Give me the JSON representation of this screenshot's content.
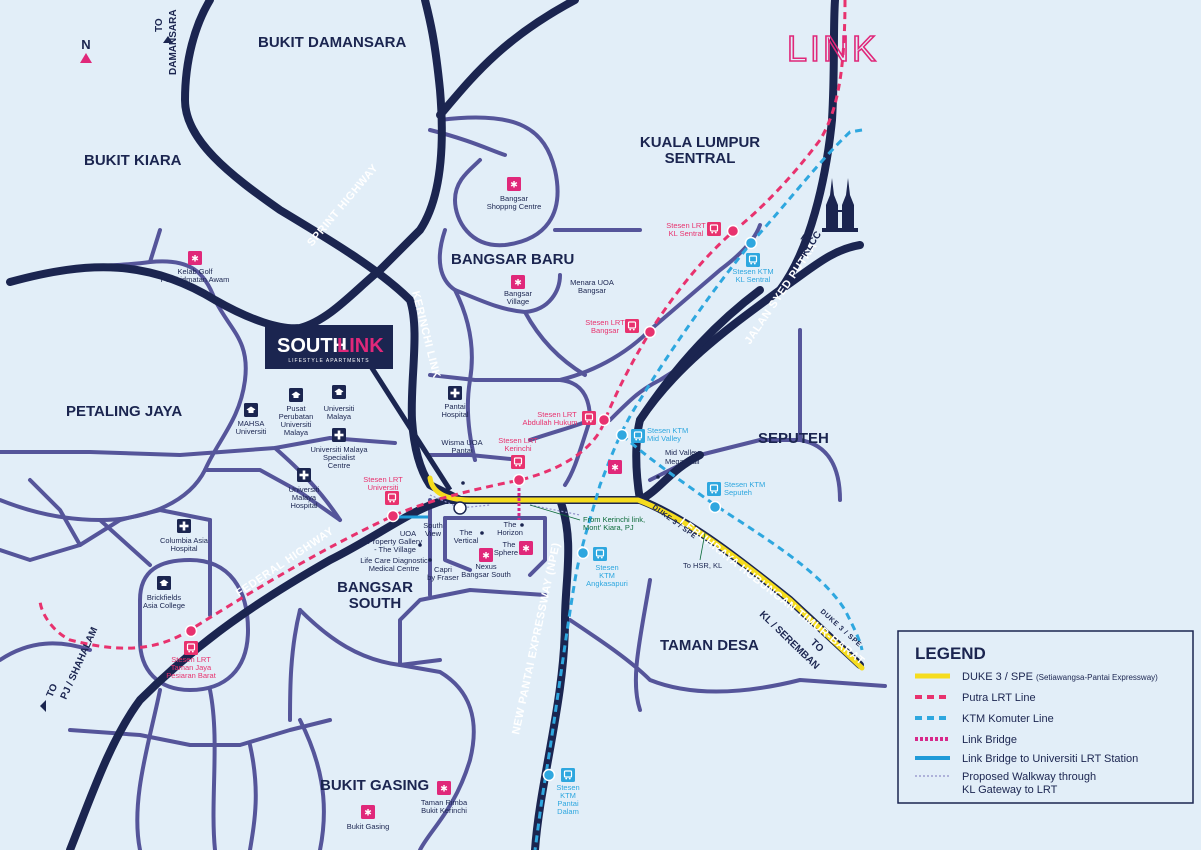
{
  "brand": {
    "link_logo": "LINK",
    "south_logo_1": "SOUTH",
    "south_logo_2": "LINK",
    "south_tagline": "LIFESTYLE APARTMENTS"
  },
  "compass": "N",
  "areas": {
    "bukit_damansara": "BUKIT DAMANSARA",
    "bukit_kiara": "BUKIT KIARA",
    "petaling_jaya": "PETALING JAYA",
    "bangsar_baru": "BANGSAR BARU",
    "kl_sentral_1": "KUALA LUMPUR",
    "kl_sentral_2": "SENTRAL",
    "seputeh": "SEPUTEH",
    "bangsar_south_1": "BANGSAR",
    "bangsar_south_2": "SOUTH",
    "taman_desa": "TAMAN DESA",
    "bukit_gasing": "BUKIT GASING"
  },
  "roads": {
    "sprint": "SPRINT HIGHWAY",
    "kerinchi": "KERINCHI LINK",
    "federal": "FEDERAL HIGHWAY",
    "npe": "NEW PANTAI EXPRESSWAY (NPE)",
    "syed_putra": "JALAN SYED PUTRA",
    "lebuhraya": "LEBUHRAYA HUBUNGAN TIMUR-BARAT",
    "duke_1": "DUKE 3 / SPE",
    "duke_2": "DUKE 3 / SPE"
  },
  "directions": {
    "damansara_1": "TO",
    "damansara_2": "DAMANSARA",
    "klcc_1": "TO",
    "klcc_2": "KLCC",
    "pj_1": "TO",
    "pj_2": "PJ / SHAHALAM",
    "kl_seremban": "KL / SEREMBAN",
    "kl_seremban_to": "TO"
  },
  "places": {
    "bangsar_shopping_1": "Bangsar",
    "bangsar_shopping_2": "Shoppng Centre",
    "bangsar_village_1": "Bangsar",
    "bangsar_village_2": "Village",
    "menara_uoa_1": "Menara UOA",
    "menara_uoa_2": "Bangsar",
    "kelab_golf_1": "Kelab Golf",
    "kelab_golf_2": "Perkhidmatan Awam",
    "mahsa_1": "MAHSA",
    "mahsa_2": "Universiti",
    "pusat_1": "Pusat",
    "pusat_2": "Perubatan",
    "pusat_3": "Universiti",
    "pusat_4": "Malaya",
    "um_1": "Universiti",
    "um_2": "Malaya",
    "ummc_1": "Universiti Malaya",
    "ummc_2": "Specialist",
    "ummc_3": "Centre",
    "um_hosp_1": "Universiti",
    "um_hosp_2": "Malaya",
    "um_hosp_3": "Hospital",
    "pantai_1": "Pantai",
    "pantai_2": "Hospital",
    "wisma_1": "Wisma UOA",
    "wisma_2": "Pantai",
    "columbia_1": "Columbia Asia",
    "columbia_2": "Hospital",
    "brickfields_1": "Brickfields",
    "brickfields_2": "Asia College",
    "south_view_1": "South",
    "south_view_2": "View",
    "vertical_1": "The",
    "vertical_2": "Vertical",
    "horizon_1": "The",
    "horizon_2": "Horizon",
    "sphere_1": "The",
    "sphere_2": "Sphere",
    "uoa_gallery_1": "UOA",
    "uoa_gallery_2": "Property Gallery",
    "uoa_gallery_3": "- The Village",
    "lifecare_1": "Life Care Diagnostic",
    "lifecare_2": "Medical Centre",
    "capri_1": "Capri",
    "capri_2": "by Fraser",
    "nexus_1": "Nexus",
    "nexus_2": "Bangsar South",
    "midvalley_1": "Mid Valley",
    "midvalley_2": "Mega Mall",
    "rimba_1": "Taman Rimba",
    "rimba_2": "Bukit Kerinchi",
    "bukit_gasing_poi": "Bukit Gasing",
    "from_kerinchi_1": "From Kerinchi link,",
    "from_kerinchi_2": "Mont' Kiara, PJ",
    "to_hsr": "To HSR, KL"
  },
  "stations": {
    "kl_sentral_lrt_1": "Stesen LRT",
    "kl_sentral_lrt_2": "KL Sentral",
    "kl_sentral_ktm_1": "Stesen KTM",
    "kl_sentral_ktm_2": "KL Sentral",
    "bangsar_lrt_1": "Stesen LRT",
    "bangsar_lrt_2": "Bangsar",
    "abdullah_lrt_1": "Stesen LRT",
    "abdullah_lrt_2": "Abdullah Hukum",
    "kerinchi_lrt_1": "Stesen LRT",
    "kerinchi_lrt_2": "Kerinchi",
    "universiti_lrt_1": "Stesen LRT",
    "universiti_lrt_2": "Universiti",
    "midvalley_ktm_1": "Stesen KTM",
    "midvalley_ktm_2": "Mid Valley",
    "seputeh_ktm_1": "Stesen KTM",
    "seputeh_ktm_2": "Seputeh",
    "angkasapuri_1": "Stesen",
    "angkasapuri_2": "KTM",
    "angkasapuri_3": "Angkasapuri",
    "pantai_dalam_1": "Stesen",
    "pantai_dalam_2": "KTM",
    "pantai_dalam_3": "Pantai",
    "pantai_dalam_4": "Dalam",
    "taman_jaya_1": "Stesen LRT",
    "taman_jaya_2": "Taman Jaya",
    "taman_jaya_3": "Pesiaran Barat"
  },
  "legend": {
    "title": "LEGEND",
    "items": [
      {
        "label": "DUKE 3 / SPE",
        "note": "(Setiawangsa-Pantai Expressway)"
      },
      {
        "label": "Putra LRT Line",
        "note": ""
      },
      {
        "label": "KTM Komuter Line",
        "note": ""
      },
      {
        "label": "Link Bridge",
        "note": ""
      },
      {
        "label": "Link Bridge to Universiti LRT Station",
        "note": ""
      },
      {
        "label": "Proposed Walkway through",
        "note": ""
      },
      {
        "label": "KL Gateway to LRT",
        "note": ""
      }
    ]
  },
  "colors": {
    "background": "#e2eef8",
    "highway": "#1b2550",
    "road": "#55559a",
    "duke": "#f5dc1e",
    "lrt": "#e8326e",
    "ktm": "#2ea7df",
    "bridge": "#d7288a",
    "link_bridge_blue": "#1f9ad8",
    "poi": "#e0287a"
  },
  "icons": {
    "poi": "star-pin-icon",
    "education": "graduation-cap-icon",
    "hospital": "medical-cross-icon",
    "lrt": "train-icon",
    "ktm": "train-icon",
    "klcc": "twin-towers-icon",
    "compass": "north-arrow-icon"
  }
}
